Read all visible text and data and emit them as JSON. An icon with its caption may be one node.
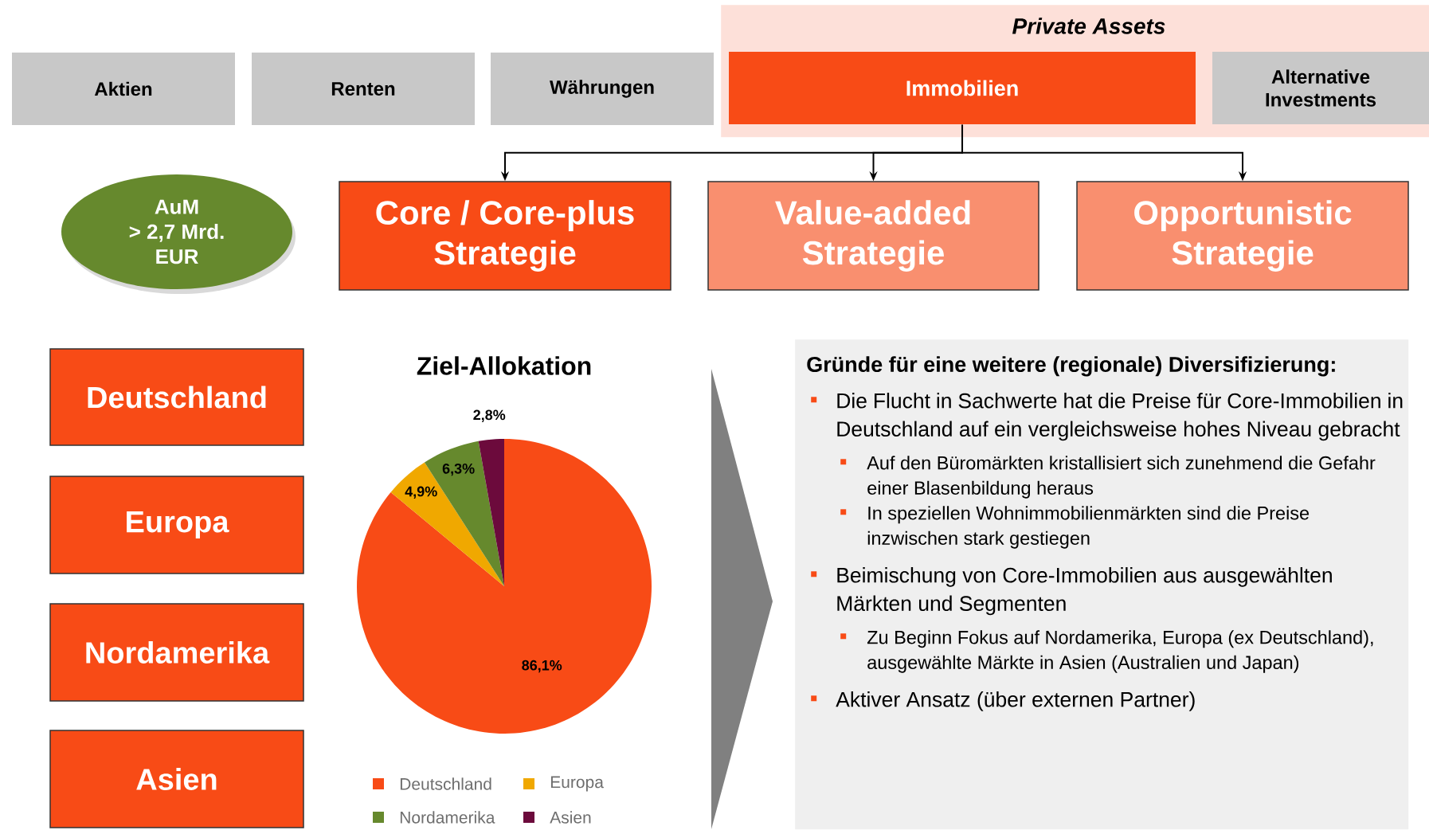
{
  "diagram": {
    "nodes": [
      {
        "text": [
          "Aktien"
        ]
      },
      {
        "text": [
          "Renten"
        ]
      },
      {
        "text": [
          "Währungen"
        ]
      },
      {
        "text": [
          "Private Assets"
        ]
      },
      {
        "text": [
          "Immobilien"
        ],
        "in": 3
      },
      {
        "text": [
          "Alternative Investments"
        ],
        "in": 3
      },
      {
        "text": [
          "AuM",
          "> 2,7 Mrd. EUR"
        ]
      },
      {
        "text": [
          "Core / Core-plus Strategie"
        ]
      },
      {
        "text": [
          "Value-added Strategie"
        ]
      },
      {
        "text": [
          "Opportunistic Strategie"
        ]
      },
      {
        "text": [
          "Deutschland"
        ]
      },
      {
        "text": [
          "Europa"
        ]
      },
      {
        "text": [
          "Nordamerika"
        ]
      },
      {
        "text": [
          "Asien"
        ]
      },
      {
        "text": [
          "Gründe für eine weitere (regionale) Diversifizierung:",
          "Die Flucht in Sachwerte hat die Preise für Core-Immobilien in Deutschland auf ein vergleichsweise hohes Niveau gebracht",
          "Auf den Büromärkten kristallisiert sich zunehmend die Gefahr einer Blasenbildung heraus",
          "In speziellen Wohnimmobilienmärkten sind die Preise inzwischen stark gestiegen",
          "Beimischung von Core-Immobilien aus ausgewählten Märkten und Segmenten",
          "Zu Beginn Fokus auf Nordamerika, Europa (ex Deutschland), ausgewählte Märkte in Asien (Australien und Japan)",
          "Aktiver Ansatz (über externen Partner)"
        ]
      }
    ],
    "edges": [
      {
        "from": 4,
        "to": 7,
        "arrow": "to"
      },
      {
        "from": 4,
        "to": 8,
        "arrow": "to"
      },
      {
        "from": 4,
        "to": 9,
        "arrow": "to"
      }
    ],
    "legend": [
      {
        "text": "Deutschland",
        "color": "#f84b16"
      },
      {
        "text": "Europa",
        "color": "#f0a800"
      },
      {
        "text": "Nordamerika",
        "color": "#66892d"
      },
      {
        "text": "Asien",
        "color": "#6c0a3c"
      }
    ],
    "chart_data": {
      "type": "pie",
      "title": "Ziel-Allokation",
      "values": [
        86.1,
        4.9,
        6.3,
        2.8
      ],
      "value_labels": [
        "86,1%",
        "4,9%",
        "6,3%",
        "2,8%"
      ]
    }
  }
}
